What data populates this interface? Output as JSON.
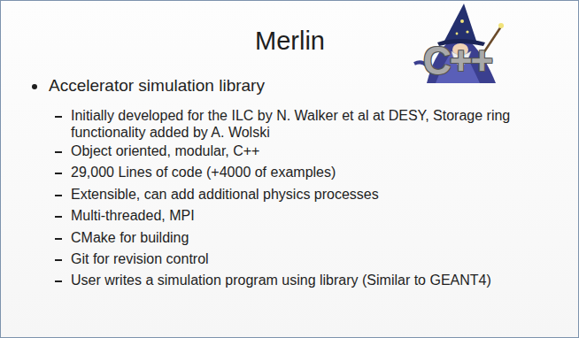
{
  "diagram": {
    "title": "Merlin",
    "labels": [
      "C++",
      "Accelerator simulation library",
      "Initially developed for the ILC by N. Walker et al at DESY, Storage ring functionality added by A. Wolski",
      "Object oriented, modular, C++",
      "29,000 Lines of code (+4000 of examples)",
      "Extensible, can add additional physics processes",
      "Multi-threaded, MPI",
      "CMake for building",
      "Git for revision control",
      "User writes a simulation program using library (Similar to GEANT4)"
    ]
  }
}
